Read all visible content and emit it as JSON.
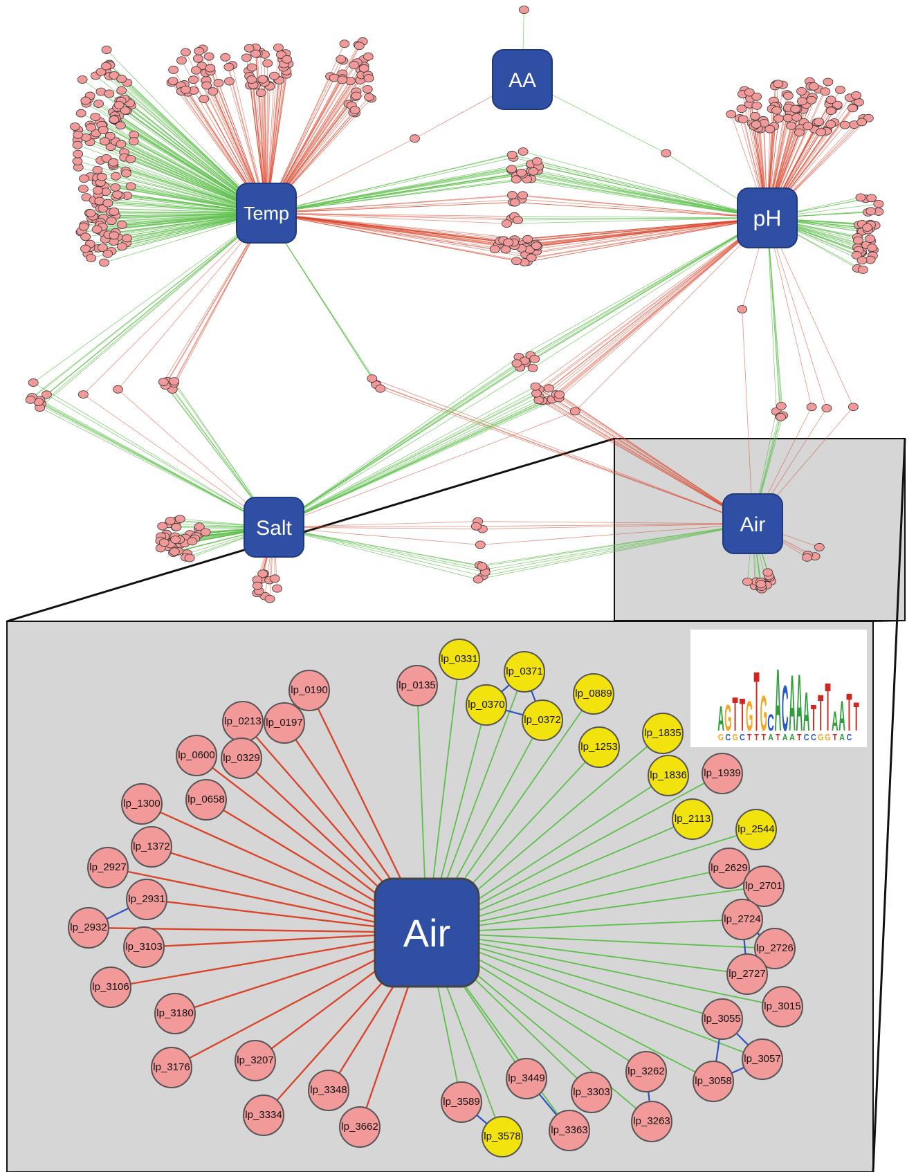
{
  "colors": {
    "hub_fill": "#2e4fa3",
    "hub_stroke": "#1f3a7a",
    "edge_positive": "#5cbf4a",
    "edge_negative": "#d9452b",
    "edge_interaction": "#2b4fc4",
    "gene_pink": "#f29a9a",
    "gene_yellow": "#f2e20e",
    "panel_gray": "#d6d6d6"
  },
  "network": {
    "hubs": [
      {
        "id": "AA",
        "label": "AA"
      },
      {
        "id": "Temp",
        "label": "Temp"
      },
      {
        "id": "pH",
        "label": "pH"
      },
      {
        "id": "Salt",
        "label": "Salt"
      },
      {
        "id": "Air",
        "label": "Air"
      }
    ]
  },
  "zoom": {
    "hub": {
      "label": "Air"
    },
    "genes": [
      {
        "id": "lp_0331",
        "color": "yellow",
        "edge": "positive"
      },
      {
        "id": "lp_0371",
        "color": "yellow",
        "edge": "positive"
      },
      {
        "id": "lp_0135",
        "color": "pink",
        "edge": "positive"
      },
      {
        "id": "lp_0889",
        "color": "yellow",
        "edge": "positive"
      },
      {
        "id": "lp_0190",
        "color": "pink",
        "edge": "negative"
      },
      {
        "id": "lp_0370",
        "color": "yellow",
        "edge": "positive"
      },
      {
        "id": "lp_0372",
        "color": "yellow",
        "edge": "positive"
      },
      {
        "id": "lp_0213",
        "color": "pink",
        "edge": "negative"
      },
      {
        "id": "lp_0197",
        "color": "pink",
        "edge": "negative"
      },
      {
        "id": "lp_1835",
        "color": "yellow",
        "edge": "positive"
      },
      {
        "id": "lp_1253",
        "color": "yellow",
        "edge": "positive"
      },
      {
        "id": "lp_0600",
        "color": "pink",
        "edge": "negative"
      },
      {
        "id": "lp_0329",
        "color": "pink",
        "edge": "negative"
      },
      {
        "id": "lp_1939",
        "color": "pink",
        "edge": "positive"
      },
      {
        "id": "lp_1836",
        "color": "yellow",
        "edge": "positive"
      },
      {
        "id": "lp_0658",
        "color": "pink",
        "edge": "negative"
      },
      {
        "id": "lp_1300",
        "color": "pink",
        "edge": "negative"
      },
      {
        "id": "lp_2113",
        "color": "yellow",
        "edge": "positive"
      },
      {
        "id": "lp_2544",
        "color": "yellow",
        "edge": "positive"
      },
      {
        "id": "lp_1372",
        "color": "pink",
        "edge": "negative"
      },
      {
        "id": "lp_2927",
        "color": "pink",
        "edge": "negative"
      },
      {
        "id": "lp_2629",
        "color": "pink",
        "edge": "positive"
      },
      {
        "id": "lp_2701",
        "color": "pink",
        "edge": "positive"
      },
      {
        "id": "lp_2931",
        "color": "pink",
        "edge": "negative"
      },
      {
        "id": "lp_2724",
        "color": "pink",
        "edge": "positive"
      },
      {
        "id": "lp_2932",
        "color": "pink",
        "edge": "negative"
      },
      {
        "id": "lp_3103",
        "color": "pink",
        "edge": "negative"
      },
      {
        "id": "lp_2726",
        "color": "pink",
        "edge": "positive"
      },
      {
        "id": "lp_2727",
        "color": "pink",
        "edge": "positive"
      },
      {
        "id": "lp_3106",
        "color": "pink",
        "edge": "negative"
      },
      {
        "id": "lp_3015",
        "color": "pink",
        "edge": "positive"
      },
      {
        "id": "lp_3180",
        "color": "pink",
        "edge": "negative"
      },
      {
        "id": "lp_3055",
        "color": "pink",
        "edge": "positive"
      },
      {
        "id": "lp_3057",
        "color": "pink",
        "edge": "positive"
      },
      {
        "id": "lp_3176",
        "color": "pink",
        "edge": "negative"
      },
      {
        "id": "lp_3207",
        "color": "pink",
        "edge": "negative"
      },
      {
        "id": "lp_3262",
        "color": "pink",
        "edge": "positive"
      },
      {
        "id": "lp_3058",
        "color": "pink",
        "edge": "positive"
      },
      {
        "id": "lp_3449",
        "color": "pink",
        "edge": "positive"
      },
      {
        "id": "lp_3348",
        "color": "pink",
        "edge": "negative"
      },
      {
        "id": "lp_3303",
        "color": "pink",
        "edge": "positive"
      },
      {
        "id": "lp_3589",
        "color": "pink",
        "edge": "positive"
      },
      {
        "id": "lp_3334",
        "color": "pink",
        "edge": "negative"
      },
      {
        "id": "lp_3263",
        "color": "pink",
        "edge": "positive"
      },
      {
        "id": "lp_3662",
        "color": "pink",
        "edge": "negative"
      },
      {
        "id": "lp_3578",
        "color": "yellow",
        "edge": "positive"
      },
      {
        "id": "lp_3363",
        "color": "pink",
        "edge": "positive"
      }
    ],
    "interactions": [
      [
        "lp_0371",
        "lp_0370"
      ],
      [
        "lp_0371",
        "lp_0372"
      ],
      [
        "lp_0370",
        "lp_0372"
      ],
      [
        "lp_2931",
        "lp_2932"
      ],
      [
        "lp_2724",
        "lp_2726"
      ],
      [
        "lp_2724",
        "lp_2727"
      ],
      [
        "lp_2726",
        "lp_2727"
      ],
      [
        "lp_3055",
        "lp_3057"
      ],
      [
        "lp_3055",
        "lp_3058"
      ],
      [
        "lp_3057",
        "lp_3058"
      ],
      [
        "lp_3262",
        "lp_3263"
      ],
      [
        "lp_3449",
        "lp_3363"
      ],
      [
        "lp_3589",
        "lp_3578"
      ]
    ],
    "motif_logo": {
      "top_row": [
        "A",
        "G",
        "T",
        "T",
        "G",
        "T",
        "G",
        "C",
        "A",
        "C",
        "A",
        "A",
        "A",
        "T",
        "T",
        "T",
        "A",
        "A",
        "T",
        "T"
      ],
      "bottom_row": [
        "G",
        "C",
        "G",
        "C",
        "T",
        "T",
        "T",
        "A",
        "T",
        "A",
        "A",
        "T",
        "C",
        "C",
        "G",
        "G",
        "T",
        "A",
        "C"
      ]
    }
  }
}
